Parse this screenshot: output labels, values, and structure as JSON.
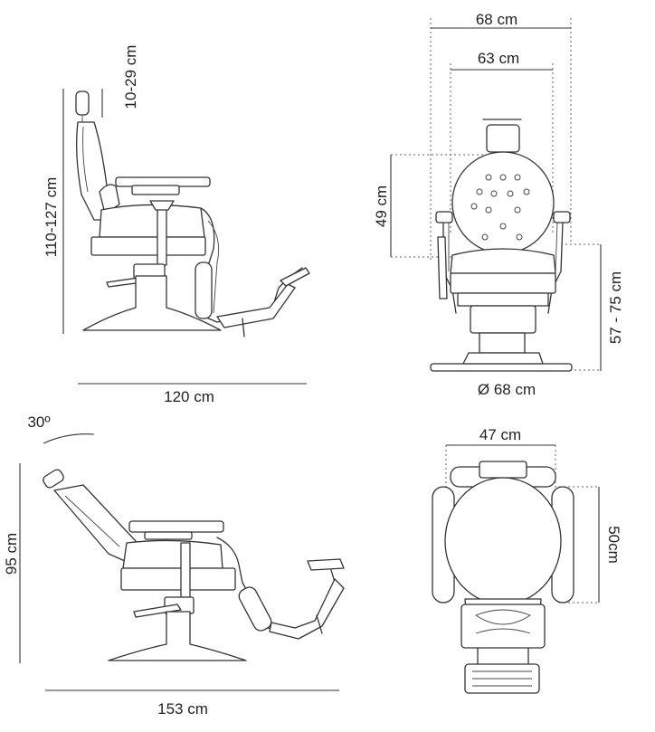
{
  "side_view": {
    "height_label": "110-127 cm",
    "headrest_label": "10-29 cm",
    "length_label": "120 cm"
  },
  "front_view": {
    "width_outer_label": "68 cm",
    "width_inner_label": "63 cm",
    "back_height_label": "49 cm",
    "seat_height_label": "57 - 75 cm",
    "base_diameter_label": "Ø 68 cm"
  },
  "reclined_view": {
    "angle_label": "30º",
    "height_label": "95 cm",
    "length_label": "153 cm"
  },
  "top_view": {
    "width_label": "47 cm",
    "depth_label": "50cm"
  }
}
